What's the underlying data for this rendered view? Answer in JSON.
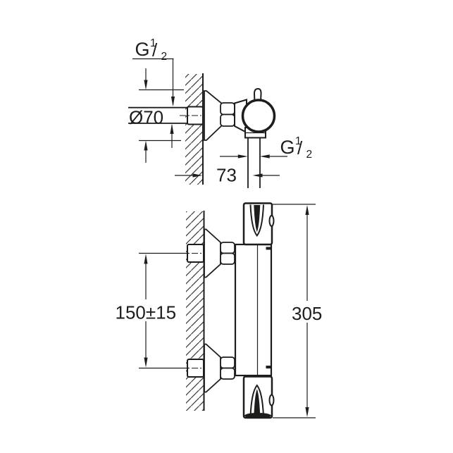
{
  "colors": {
    "line": "#1d1d1b",
    "background": "#ffffff"
  },
  "drawing": {
    "side_view": {
      "inlet_thread": {
        "prefix": "G",
        "numerator": "1",
        "slash": "/",
        "denominator": "2"
      },
      "flange_diameter": "Ø70",
      "wall_to_outlet_center": "73",
      "outlet_thread": {
        "prefix": "G",
        "numerator": "1",
        "slash": "/",
        "denominator": "2"
      }
    },
    "front_view": {
      "inlet_spacing": "150±15",
      "overall_height": "305"
    }
  }
}
